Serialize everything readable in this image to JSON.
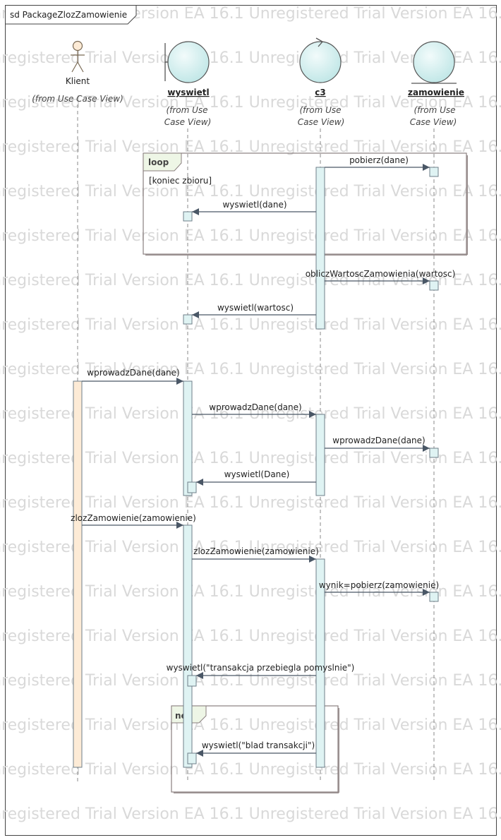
{
  "diagram": {
    "title": "sd PackageZlozZamowienie",
    "watermark": "Unregistered Trial Version  EA 16.1 Unregistered Trial Version  EA 16.1 Unregistered Trial Version  EA 16.1"
  },
  "lifelines": [
    {
      "id": "klient",
      "name": "Klient",
      "type": "actor",
      "from1": "(from Use Case View)",
      "from2": ""
    },
    {
      "id": "wyswietl",
      "name": "wyswietl",
      "type": "boundary",
      "from1": "(from Use",
      "from2": "Case View)"
    },
    {
      "id": "c3",
      "name": "c3",
      "type": "control",
      "from1": "(from Use",
      "from2": "Case View)"
    },
    {
      "id": "zamowienie",
      "name": "zamowienie",
      "type": "entity",
      "from1": "(from Use",
      "from2": "Case View)"
    }
  ],
  "fragments": [
    {
      "keyword": "loop",
      "guard": "[koniec zbioru]"
    },
    {
      "keyword": "neg",
      "guard": ""
    }
  ],
  "messages": [
    {
      "label": "pobierz(dane)"
    },
    {
      "label": "wyswietl(dane)"
    },
    {
      "label": "obliczWartoscZamowienia(wartosc)"
    },
    {
      "label": "wyswietl(wartosc)"
    },
    {
      "label": "wprowadzDane(dane)"
    },
    {
      "label": "wprowadzDane(dane)"
    },
    {
      "label": "wprowadzDane(dane)"
    },
    {
      "label": "wyswietl(Dane)"
    },
    {
      "label": "zlozZamowienie(zamowienie)"
    },
    {
      "label": "zlozZamowienie(zamowienie)"
    },
    {
      "label": "wynik=pobierz(zamowienie)"
    },
    {
      "label": "wyswietl(\"transakcja przebiegla pomyslnie\")"
    },
    {
      "label": "wyswietl(\"blad transakcji\")"
    }
  ],
  "colors": {
    "activation_blue": "#dff3f3",
    "activation_actor": "#fdebd6",
    "lifeline_fill": "#d6f0ef",
    "frame_border": "#8a7f7f",
    "frame_tab": "#eef6e6",
    "watermark": "#d9d9d9"
  }
}
